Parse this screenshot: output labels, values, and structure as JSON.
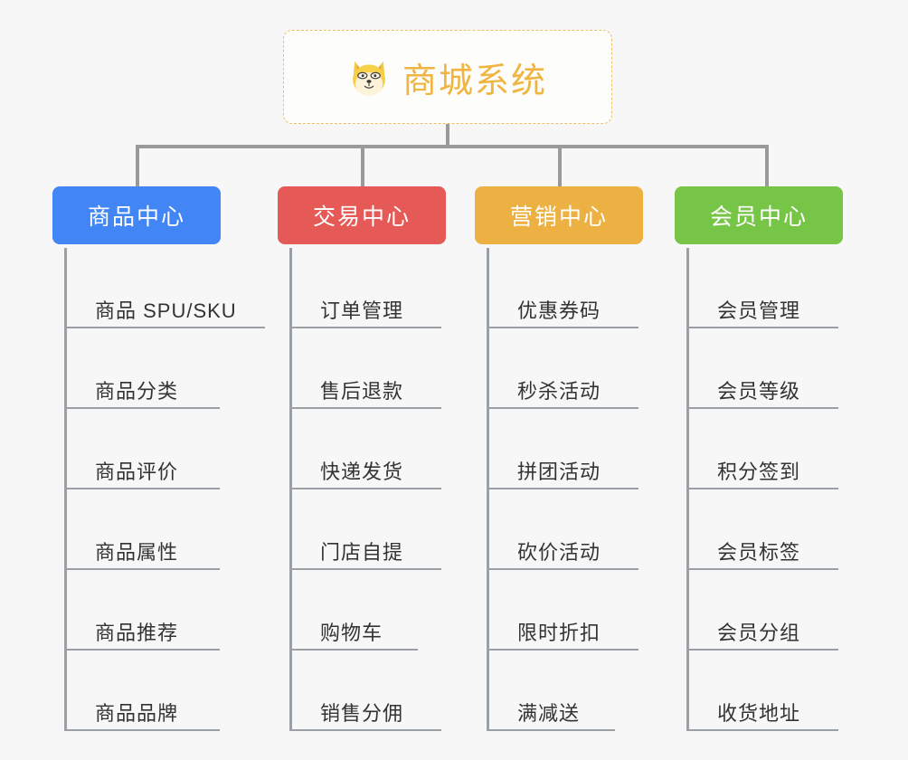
{
  "root": {
    "title": "商城系统",
    "icon": "dog-face-emoji",
    "accent_color": "#f0b440",
    "border_style": "dashed"
  },
  "connector_color": "#9a9a9a",
  "background_color": "#f7f7f7",
  "branches": [
    {
      "id": "product-center",
      "label": "商品中心",
      "color": "#4285f4",
      "items": [
        "商品 SPU/SKU",
        "商品分类",
        "商品评价",
        "商品属性",
        "商品推荐",
        "商品品牌"
      ]
    },
    {
      "id": "trade-center",
      "label": "交易中心",
      "color": "#e55a56",
      "items": [
        "订单管理",
        "售后退款",
        "快递发货",
        "门店自提",
        "购物车",
        "销售分佣"
      ]
    },
    {
      "id": "marketing-center",
      "label": "营销中心",
      "color": "#edb143",
      "items": [
        "优惠券码",
        "秒杀活动",
        "拼团活动",
        "砍价活动",
        "限时折扣",
        "满减送"
      ]
    },
    {
      "id": "member-center",
      "label": "会员中心",
      "color": "#77c546",
      "items": [
        "会员管理",
        "会员等级",
        "积分签到",
        "会员标签",
        "会员分组",
        "收货地址"
      ]
    }
  ]
}
